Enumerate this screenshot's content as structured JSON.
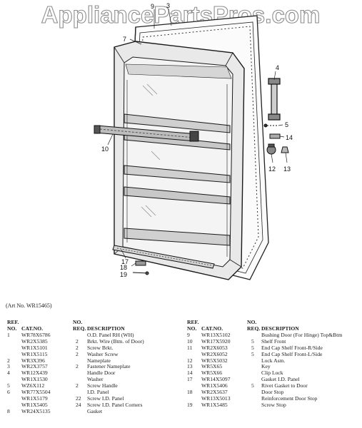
{
  "watermark": "AppliancePartsPros.com",
  "callouts": {
    "c9": "9",
    "c3": "3",
    "c7": "7",
    "c4": "4",
    "c5": "5",
    "c10": "10",
    "c14": "14",
    "c12": "12",
    "c13": "13",
    "c17": "17",
    "c18": "18",
    "c19": "19"
  },
  "art_no": "(Art No. WR15465)",
  "headers": {
    "ref_top": "REF.",
    "no_top": "NO.",
    "no": "NO.",
    "catno": "CAT.NO.",
    "req": "REQ.",
    "desc": "DESCRIPTION"
  },
  "left_rows": [
    {
      "ref": "1",
      "cat": "WR78X6786",
      "qty": "",
      "desc": "O.D. Panel RH (WH)"
    },
    {
      "ref": "",
      "cat": "WR2X5385",
      "qty": "2",
      "desc": "Brkt. Wire (Btm. of Door)"
    },
    {
      "ref": "",
      "cat": "WR1X5101",
      "qty": "2",
      "desc": "Screw Brkt."
    },
    {
      "ref": "",
      "cat": "WR1X5115",
      "qty": "2",
      "desc": "Washer Screw"
    },
    {
      "ref": "2",
      "cat": "WR3X396",
      "qty": "",
      "desc": "Nameplate"
    },
    {
      "ref": "3",
      "cat": "WR2X3757",
      "qty": "2",
      "desc": "Fastener Nameplate"
    },
    {
      "ref": "4",
      "cat": "WR12X439",
      "qty": "",
      "desc": "Handle Door"
    },
    {
      "ref": "",
      "cat": "WR1X1530",
      "qty": "",
      "desc": "Washer"
    },
    {
      "ref": "5",
      "cat": "WZ6X112",
      "qty": "2",
      "desc": "Screw Handle"
    },
    {
      "ref": "6",
      "cat": "WR77X5504",
      "qty": "",
      "desc": "I.D. Panel"
    },
    {
      "ref": "",
      "cat": "WR1X5179",
      "qty": "22",
      "desc": "Screw I.D. Panel"
    },
    {
      "ref": "",
      "cat": "WR1X5405",
      "qty": "24",
      "desc": "Screw I.D. Panel Corners"
    },
    {
      "ref": "8",
      "cat": "WR24X5135",
      "qty": "",
      "desc": "Gasket"
    }
  ],
  "right_rows": [
    {
      "ref": "9",
      "cat": "WR13X5102",
      "qty": "",
      "desc": "Bushing Door (For Hinge) Top&Btm"
    },
    {
      "ref": "10",
      "cat": "WR17X5920",
      "qty": "5",
      "desc": "Shelf Front"
    },
    {
      "ref": "11",
      "cat": "WR2X6053",
      "qty": "5",
      "desc": "End Cap Shelf Front-R/Side"
    },
    {
      "ref": "",
      "cat": "WR2X6052",
      "qty": "5",
      "desc": "End Cap Shelf Front-L/Side"
    },
    {
      "ref": "12",
      "cat": "WR5X5032",
      "qty": "",
      "desc": "Lock Asm."
    },
    {
      "ref": "13",
      "cat": "WR5X65",
      "qty": "",
      "desc": "Key"
    },
    {
      "ref": "14",
      "cat": "WR5X66",
      "qty": "",
      "desc": "Clip Lock"
    },
    {
      "ref": "17",
      "cat": "WR14X5097",
      "qty": "",
      "desc": "Gasket I.D. Panel"
    },
    {
      "ref": "",
      "cat": "WR1X5406",
      "qty": "5",
      "desc": "Rivet Gasket to Door"
    },
    {
      "ref": "18",
      "cat": "WR2X5637",
      "qty": "",
      "desc": "Door Stop"
    },
    {
      "ref": "",
      "cat": "WR13X5013",
      "qty": "",
      "desc": "Reinforcement Door Stop"
    },
    {
      "ref": "19",
      "cat": "WR1X5485",
      "qty": "",
      "desc": "Screw Stop"
    }
  ]
}
